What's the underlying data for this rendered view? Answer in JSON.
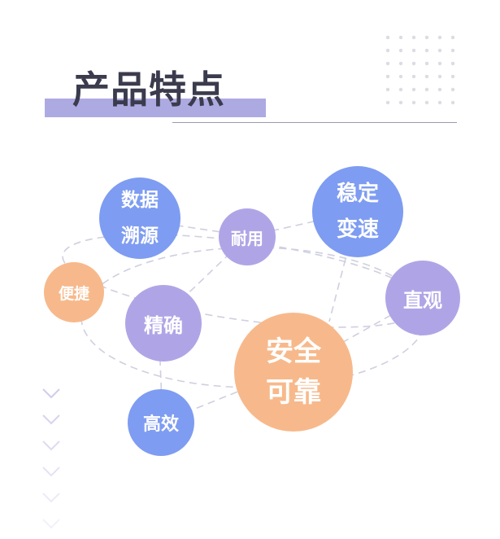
{
  "title": "产品特点",
  "colors": {
    "blue": "#7E9CF1",
    "purple": "#AFA5E6",
    "orange": "#F7B98B",
    "title_bar": "#ADAAE2",
    "title_text": "#3B3B4E",
    "orbit": "#CFCFE0",
    "chevron": "#D4D3EC"
  },
  "features": [
    {
      "id": "traceability",
      "label": "数据\n溯源",
      "color": "#7E9CF1"
    },
    {
      "id": "durable",
      "label": "耐用",
      "color": "#AFA5E6"
    },
    {
      "id": "stable-fast",
      "label": "稳定\n变速",
      "color": "#7E9CF1"
    },
    {
      "id": "convenient",
      "label": "便捷",
      "color": "#F7B98B"
    },
    {
      "id": "precise",
      "label": "精确",
      "color": "#AFA5E6"
    },
    {
      "id": "intuitive",
      "label": "直观",
      "color": "#AFA5E6"
    },
    {
      "id": "safe-reliable",
      "label": "安全\n可靠",
      "color": "#F7B98B"
    },
    {
      "id": "efficient",
      "label": "高效",
      "color": "#7E9CF1"
    }
  ]
}
